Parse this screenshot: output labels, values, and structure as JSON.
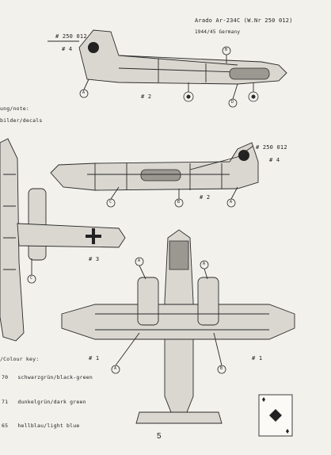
{
  "header": {
    "title": "Arado Ar-234C (W.Nr 250 012)",
    "subtitle": "1944/45  Germany"
  },
  "labels": {
    "wnr_top": "# 250 012",
    "wnr_mid": "# 250 012",
    "hash4_top": "# 4",
    "hash4_mid": "# 4",
    "hash2_top": "# 2",
    "hash2_mid": "# 2",
    "hash3": "# 3",
    "hash1_left": "# 1",
    "hash1_right": "# 1"
  },
  "callouts": {
    "A": "A",
    "B": "B",
    "C": "C",
    "D": "D"
  },
  "sections": {
    "notes_heading": "ung/note:",
    "decals_heading": "bilder/decals",
    "colour_key_heading": "/Colour key:"
  },
  "colour_key": [
    {
      "code": "70",
      "text": "schwarzgrün/black-green"
    },
    {
      "code": "71",
      "text": "dunkelgrün/dark green"
    },
    {
      "code": "65",
      "text": "hellblau/light blue"
    }
  ],
  "page_number": "5",
  "colors": {
    "paper": "#f3f1ec",
    "ink": "#2a2a2a",
    "camouflage_light": "#d9d7d0",
    "camouflage_dark": "#9a9890"
  },
  "icons": {
    "card_logo": "diamond-playing-card-icon"
  }
}
